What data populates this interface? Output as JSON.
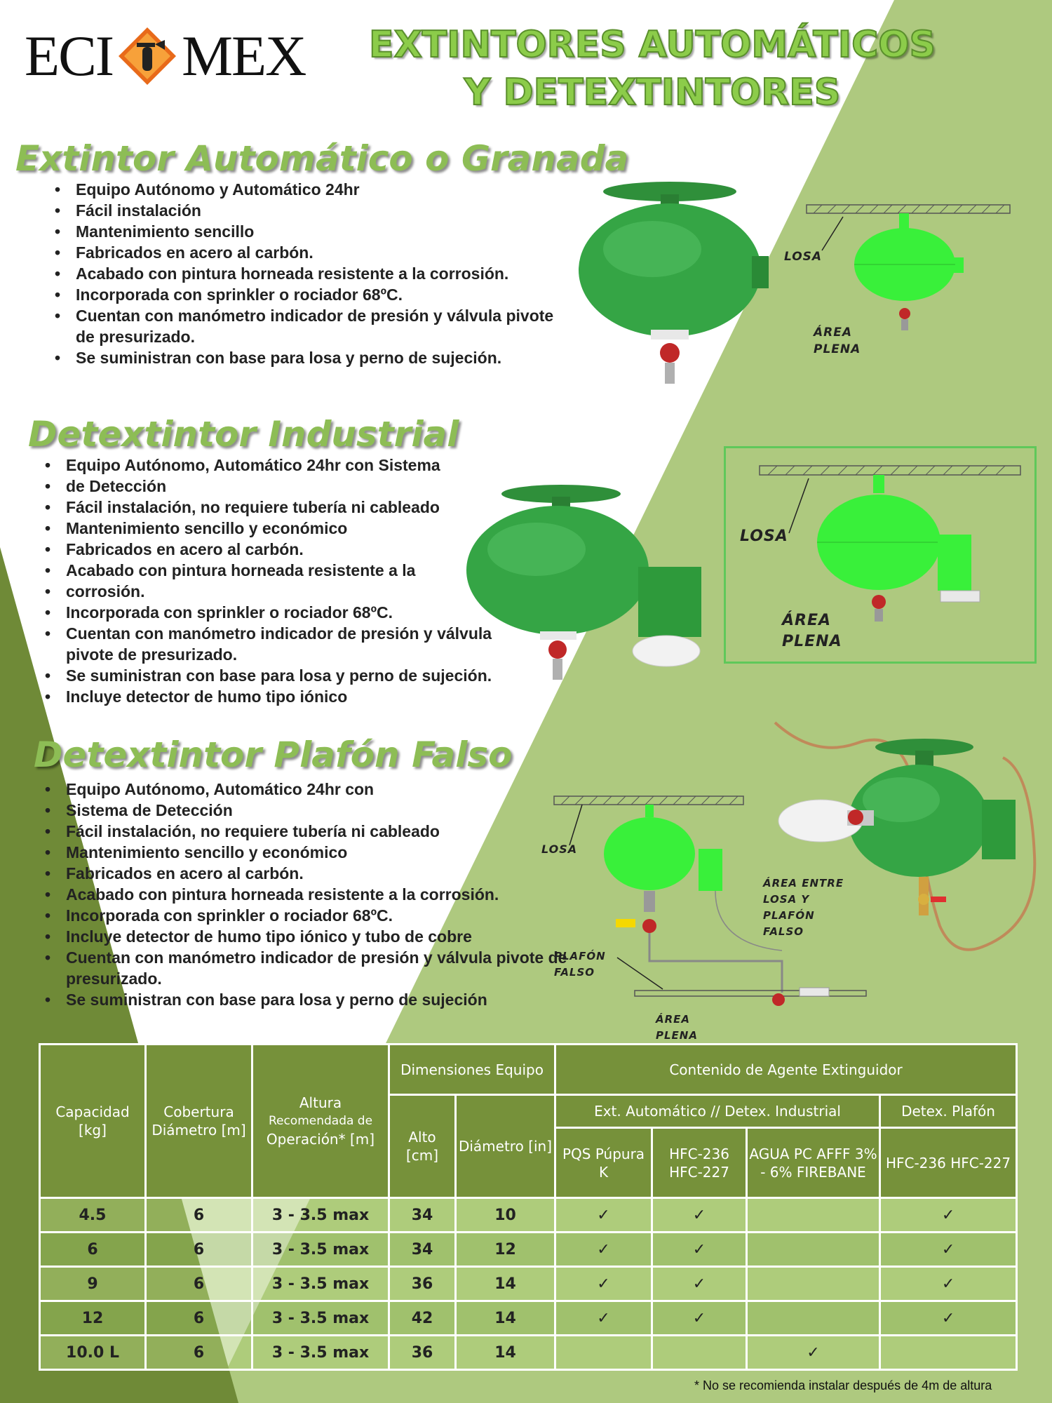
{
  "brand": {
    "left": "ECI",
    "right": "MEX"
  },
  "title": {
    "line1": "EXTINTORES AUTOMÁTICOS",
    "line2": "Y DETEXTINTORES"
  },
  "sections": [
    {
      "title": "Extintor Automático o Granada",
      "bullets": [
        "Equipo Autónomo y Automático 24hr",
        "Fácil instalación",
        "Mantenimiento sencillo",
        "Fabricados en acero al carbón.",
        "Acabado con pintura horneada resistente a la corrosión.",
        "Incorporada con sprinkler o rociador 68ºC.",
        "Cuentan con manómetro indicador de presión y válvula pivote de presurizado.",
        "Se suministran con base para losa y perno de sujeción."
      ],
      "diagram": {
        "losa": "LOSA",
        "area": "ÁREA PLENA"
      }
    },
    {
      "title": "Detextintor Industrial",
      "bullets": [
        "Equipo Autónomo, Automático 24hr con Sistema",
        "de Detección",
        "Fácil instalación, no requiere tubería ni cableado",
        "Mantenimiento sencillo y económico",
        "Fabricados en acero al carbón.",
        "Acabado con pintura horneada resistente a la",
        " corrosión.",
        "Incorporada con sprinkler o rociador 68ºC.",
        "Cuentan con manómetro indicador de presión  y válvula pivote de presurizado.",
        "Se suministran con base para losa y perno de sujeción.",
        "Incluye detector de humo tipo iónico"
      ],
      "diagram": {
        "losa": "LOSA",
        "area": "ÁREA PLENA"
      }
    },
    {
      "title": "Detextintor Plafón Falso",
      "bullets": [
        "Equipo Autónomo, Automático 24hr con",
        "Sistema de Detección",
        "Fácil instalación, no requiere tubería ni cableado",
        "Mantenimiento sencillo y económico",
        "Fabricados en acero al carbón.",
        "Acabado con pintura horneada resistente a la corrosión.",
        "Incorporada con sprinkler o rociador 68ºC.",
        "Incluye detector de humo tipo iónico y tubo de cobre",
        "Cuentan con manómetro indicador de presión y válvula pivote de presurizado.",
        "Se suministran con base para losa y perno de sujeción"
      ],
      "diagram": {
        "losa": "LOSA",
        "between": "ÁREA ENTRE LOSA Y PLAFÓN FALSO",
        "plafon": "PLAFÓN FALSO",
        "area": "ÁREA PLENA"
      }
    }
  ],
  "table": {
    "headers": {
      "capacidad": "Capacidad [kg]",
      "cobertura": "Cobertura Diámetro [m]",
      "altura_main": "Altura",
      "altura_sub": "Recomendada de",
      "altura_op": "Operación* [m]",
      "dimensiones": "Dimensiones Equipo",
      "contenido": "Contenido de Agente Extinguidor",
      "alto": "Alto [cm]",
      "diametro": "Diámetro [in]",
      "ext_group": "Ext. Automático // Detex. Industrial",
      "plafon_group": "Detex. Plafón",
      "pqs": "PQS Púpura K",
      "hfc": "HFC-236 HFC-227",
      "agua": "AGUA PC AFFF 3% - 6% FIREBANE",
      "plafon_hfc": "HFC-236 HFC-227"
    },
    "rows": [
      [
        "4.5",
        "6",
        "3 - 3.5 max",
        "34",
        "10",
        "✓",
        "✓",
        "",
        "✓"
      ],
      [
        "6",
        "6",
        "3 - 3.5 max",
        "34",
        "12",
        "✓",
        "✓",
        "",
        "✓"
      ],
      [
        "9",
        "6",
        "3 - 3.5 max",
        "36",
        "14",
        "✓",
        "✓",
        "",
        "✓"
      ],
      [
        "12",
        "6",
        "3 - 3.5 max",
        "42",
        "14",
        "✓",
        "✓",
        "",
        "✓"
      ],
      [
        "10.0 L",
        "6",
        "3 - 3.5 max",
        "36",
        "14",
        "",
        "",
        "✓",
        ""
      ]
    ]
  },
  "footnote": "* No se recomienda instalar después de 4m de altura",
  "colors": {
    "title_green": "#8ccc4a",
    "section_green": "#8dbd55",
    "light_green_bg": "#aec97f",
    "dark_green_bg": "#6f8a37",
    "table_header": "#76913a",
    "device_green": "#2f9a3c",
    "diagram_green": "#39f03a"
  },
  "icons": {
    "logo": "fire-extinguisher-diamond-logo"
  }
}
